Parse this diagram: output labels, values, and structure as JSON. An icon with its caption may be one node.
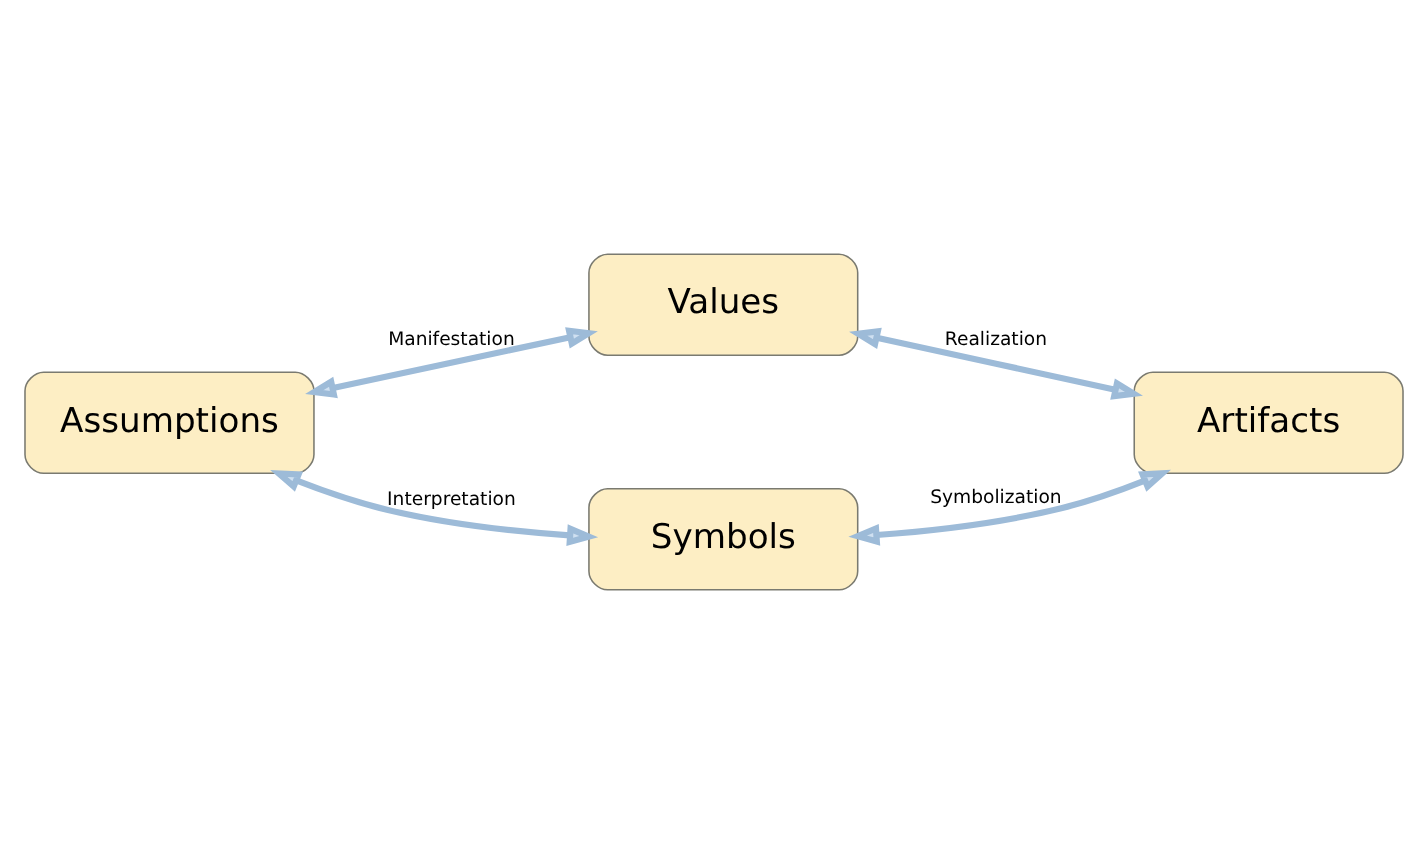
{
  "diagram": {
    "nodes": [
      {
        "text": [
          "Values"
        ]
      },
      {
        "text": [
          "Assumptions"
        ]
      },
      {
        "text": [
          "Artifacts"
        ]
      },
      {
        "text": [
          "Symbols"
        ]
      }
    ],
    "edges": [
      {
        "from": 1,
        "to": 0,
        "arrow": "both",
        "label": "Manifestation"
      },
      {
        "from": 0,
        "to": 2,
        "arrow": "both",
        "label": "Realization"
      },
      {
        "from": 1,
        "to": 3,
        "arrow": "both",
        "label": "Interpretation"
      },
      {
        "from": 3,
        "to": 2,
        "arrow": "both",
        "label": "Symbolization"
      }
    ]
  }
}
